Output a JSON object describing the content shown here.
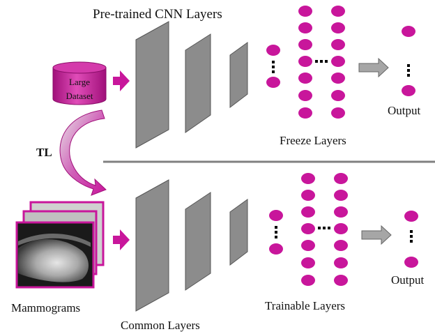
{
  "labels": {
    "top_title": "Pre-trained CNN  Layers",
    "dataset_line1": "Large",
    "dataset_line2": "Dataset",
    "tl": "TL",
    "freeze": "Freeze Layers",
    "output_top": "Output",
    "mammograms": "Mammograms",
    "common": "Common Layers",
    "trainable": "Trainable Layers",
    "output_bottom": "Output"
  },
  "colors": {
    "node": "#c8169b",
    "node_stroke": "#a0107a",
    "layer_fill": "#8c8c8c",
    "layer_stroke": "#555555",
    "arrow_magenta": "#c8169b",
    "arrow_gray": "#a6a6a6",
    "divider": "#808080",
    "frame_border": "#c8169b"
  },
  "icons": {
    "dataset": "database-cylinder-icon",
    "transfer": "curved-arrow-icon",
    "flow": "block-arrow-icon"
  }
}
